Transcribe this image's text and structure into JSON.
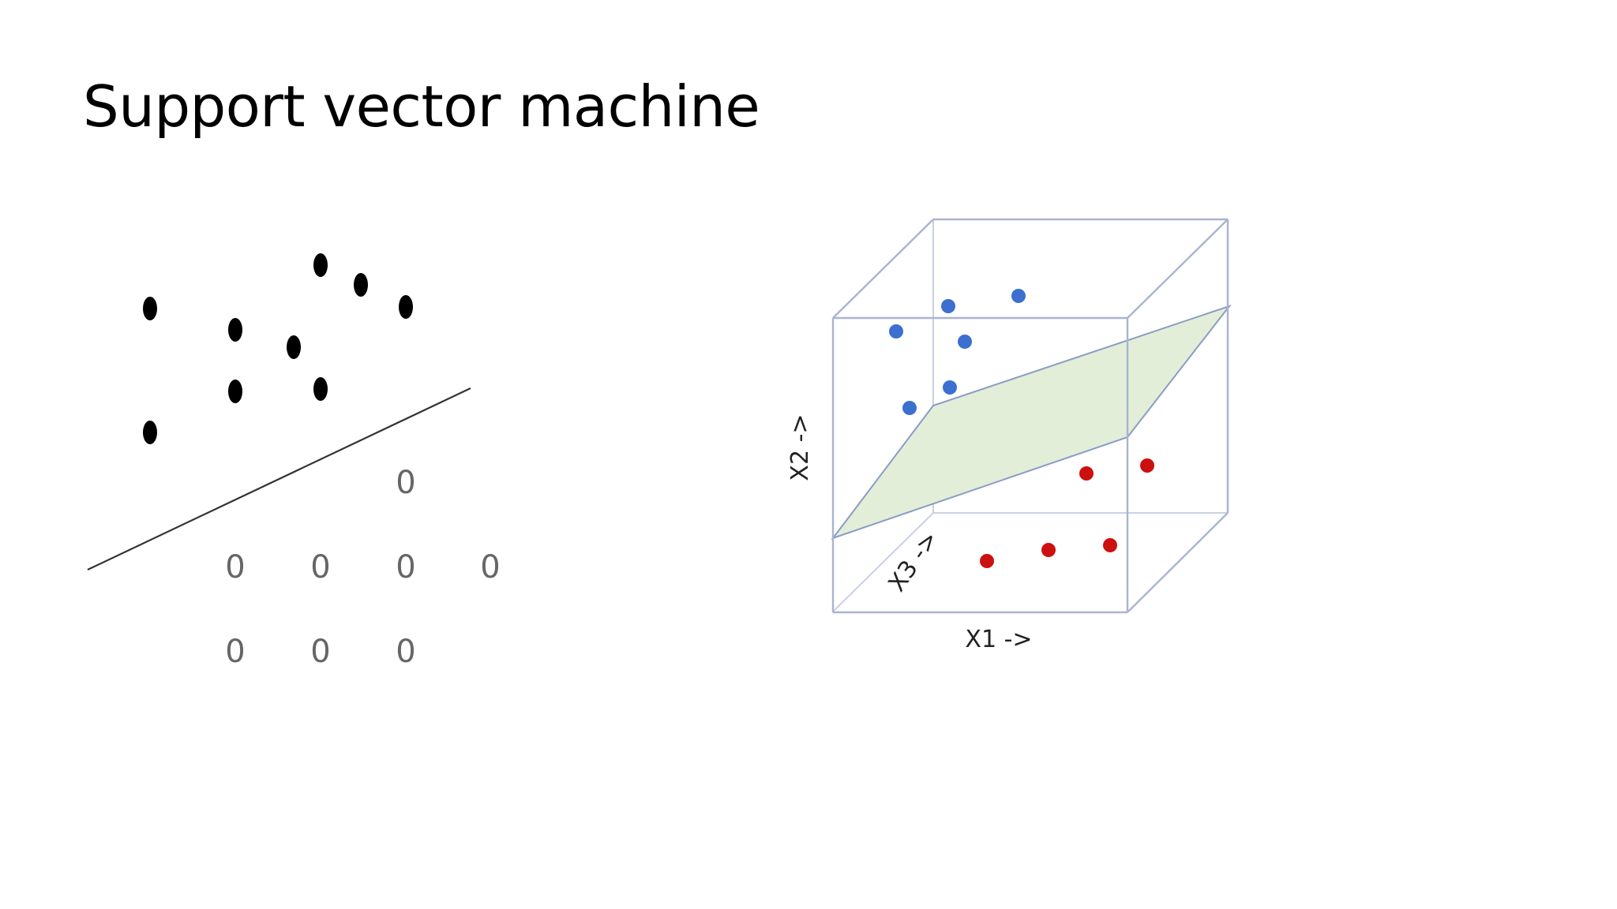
{
  "slide": {
    "title": "Support vector machine"
  },
  "figure_2d": {
    "class_a_marker": "filled-black-dot",
    "class_b_marker": "0",
    "class_a_count": 9,
    "class_b_count": 8
  },
  "figure_3d": {
    "axis_x1_label": "X1 ->",
    "axis_x2_label": "X2 ->",
    "axis_x3_label": "X3 ->",
    "colors": {
      "box_edges": "#a9b4d0",
      "plane_fill": "#e2eed8",
      "plane_edge": "#8a9cc4",
      "class_blue": "#3b6fd0",
      "class_red": "#cc1010"
    }
  }
}
